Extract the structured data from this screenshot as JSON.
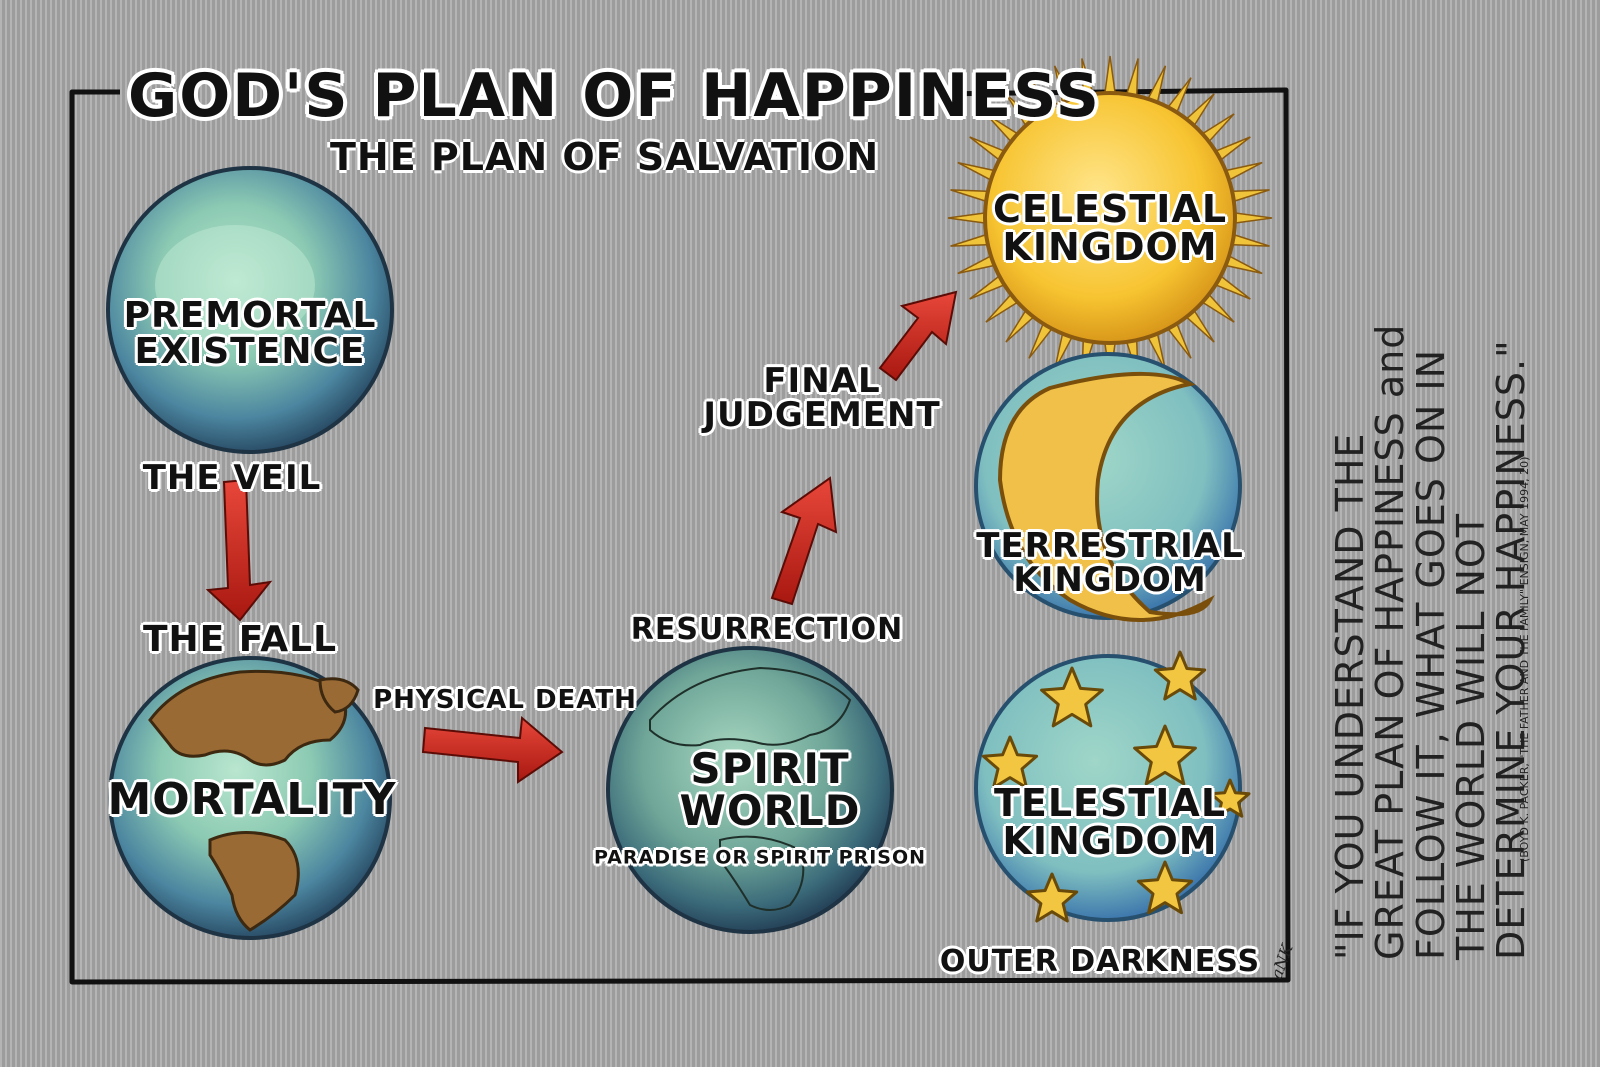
{
  "title": "GOD'S PLAN OF HAPPINESS",
  "subtitle": "THE PLAN OF SALVATION",
  "stages": {
    "premortal": [
      "PREMORTAL",
      "EXISTENCE"
    ],
    "mortality": "MORTALITY",
    "spirit_world": [
      "SPIRIT",
      "WORLD"
    ],
    "spirit_world_sub": "PARADISE OR SPIRIT PRISON",
    "celestial": [
      "CELESTIAL",
      "KINGDOM"
    ],
    "terrestrial": [
      "TERRESTRIAL",
      "KINGDOM"
    ],
    "telestial": [
      "TELESTIAL",
      "KINGDOM"
    ],
    "outer_darkness": "OUTER DARKNESS"
  },
  "transitions": {
    "veil": "THE VEIL",
    "fall": "THE FALL",
    "physical_death": "PHYSICAL DEATH",
    "resurrection": "RESURRECTION",
    "final_judgement": [
      "FINAL",
      "JUDGEMENT"
    ]
  },
  "quote": {
    "lines": [
      "\"IF YOU UNDERSTAND THE",
      "GREAT PLAN OF HAPPINESS and",
      "FOLLOW IT, WHAT GOES ON IN",
      "THE WORLD WILL NOT",
      "DETERMINE YOUR HAPPINESS.\""
    ],
    "citation": "(BOYD K. PACKER, \"THE FATHER AND THE FAMILY\" ENSIGN, MAY 1994, 20)"
  },
  "signature": "aNK",
  "colors": {
    "globe_light": "#9fd6c2",
    "globe_dark": "#2f5f7a",
    "land": "#9a6a35",
    "sun": "#f5c12a",
    "sun_ray": "#f0c43a",
    "moon": "#f0c048",
    "star": "#f2c640",
    "arrow": "#d7261e"
  }
}
